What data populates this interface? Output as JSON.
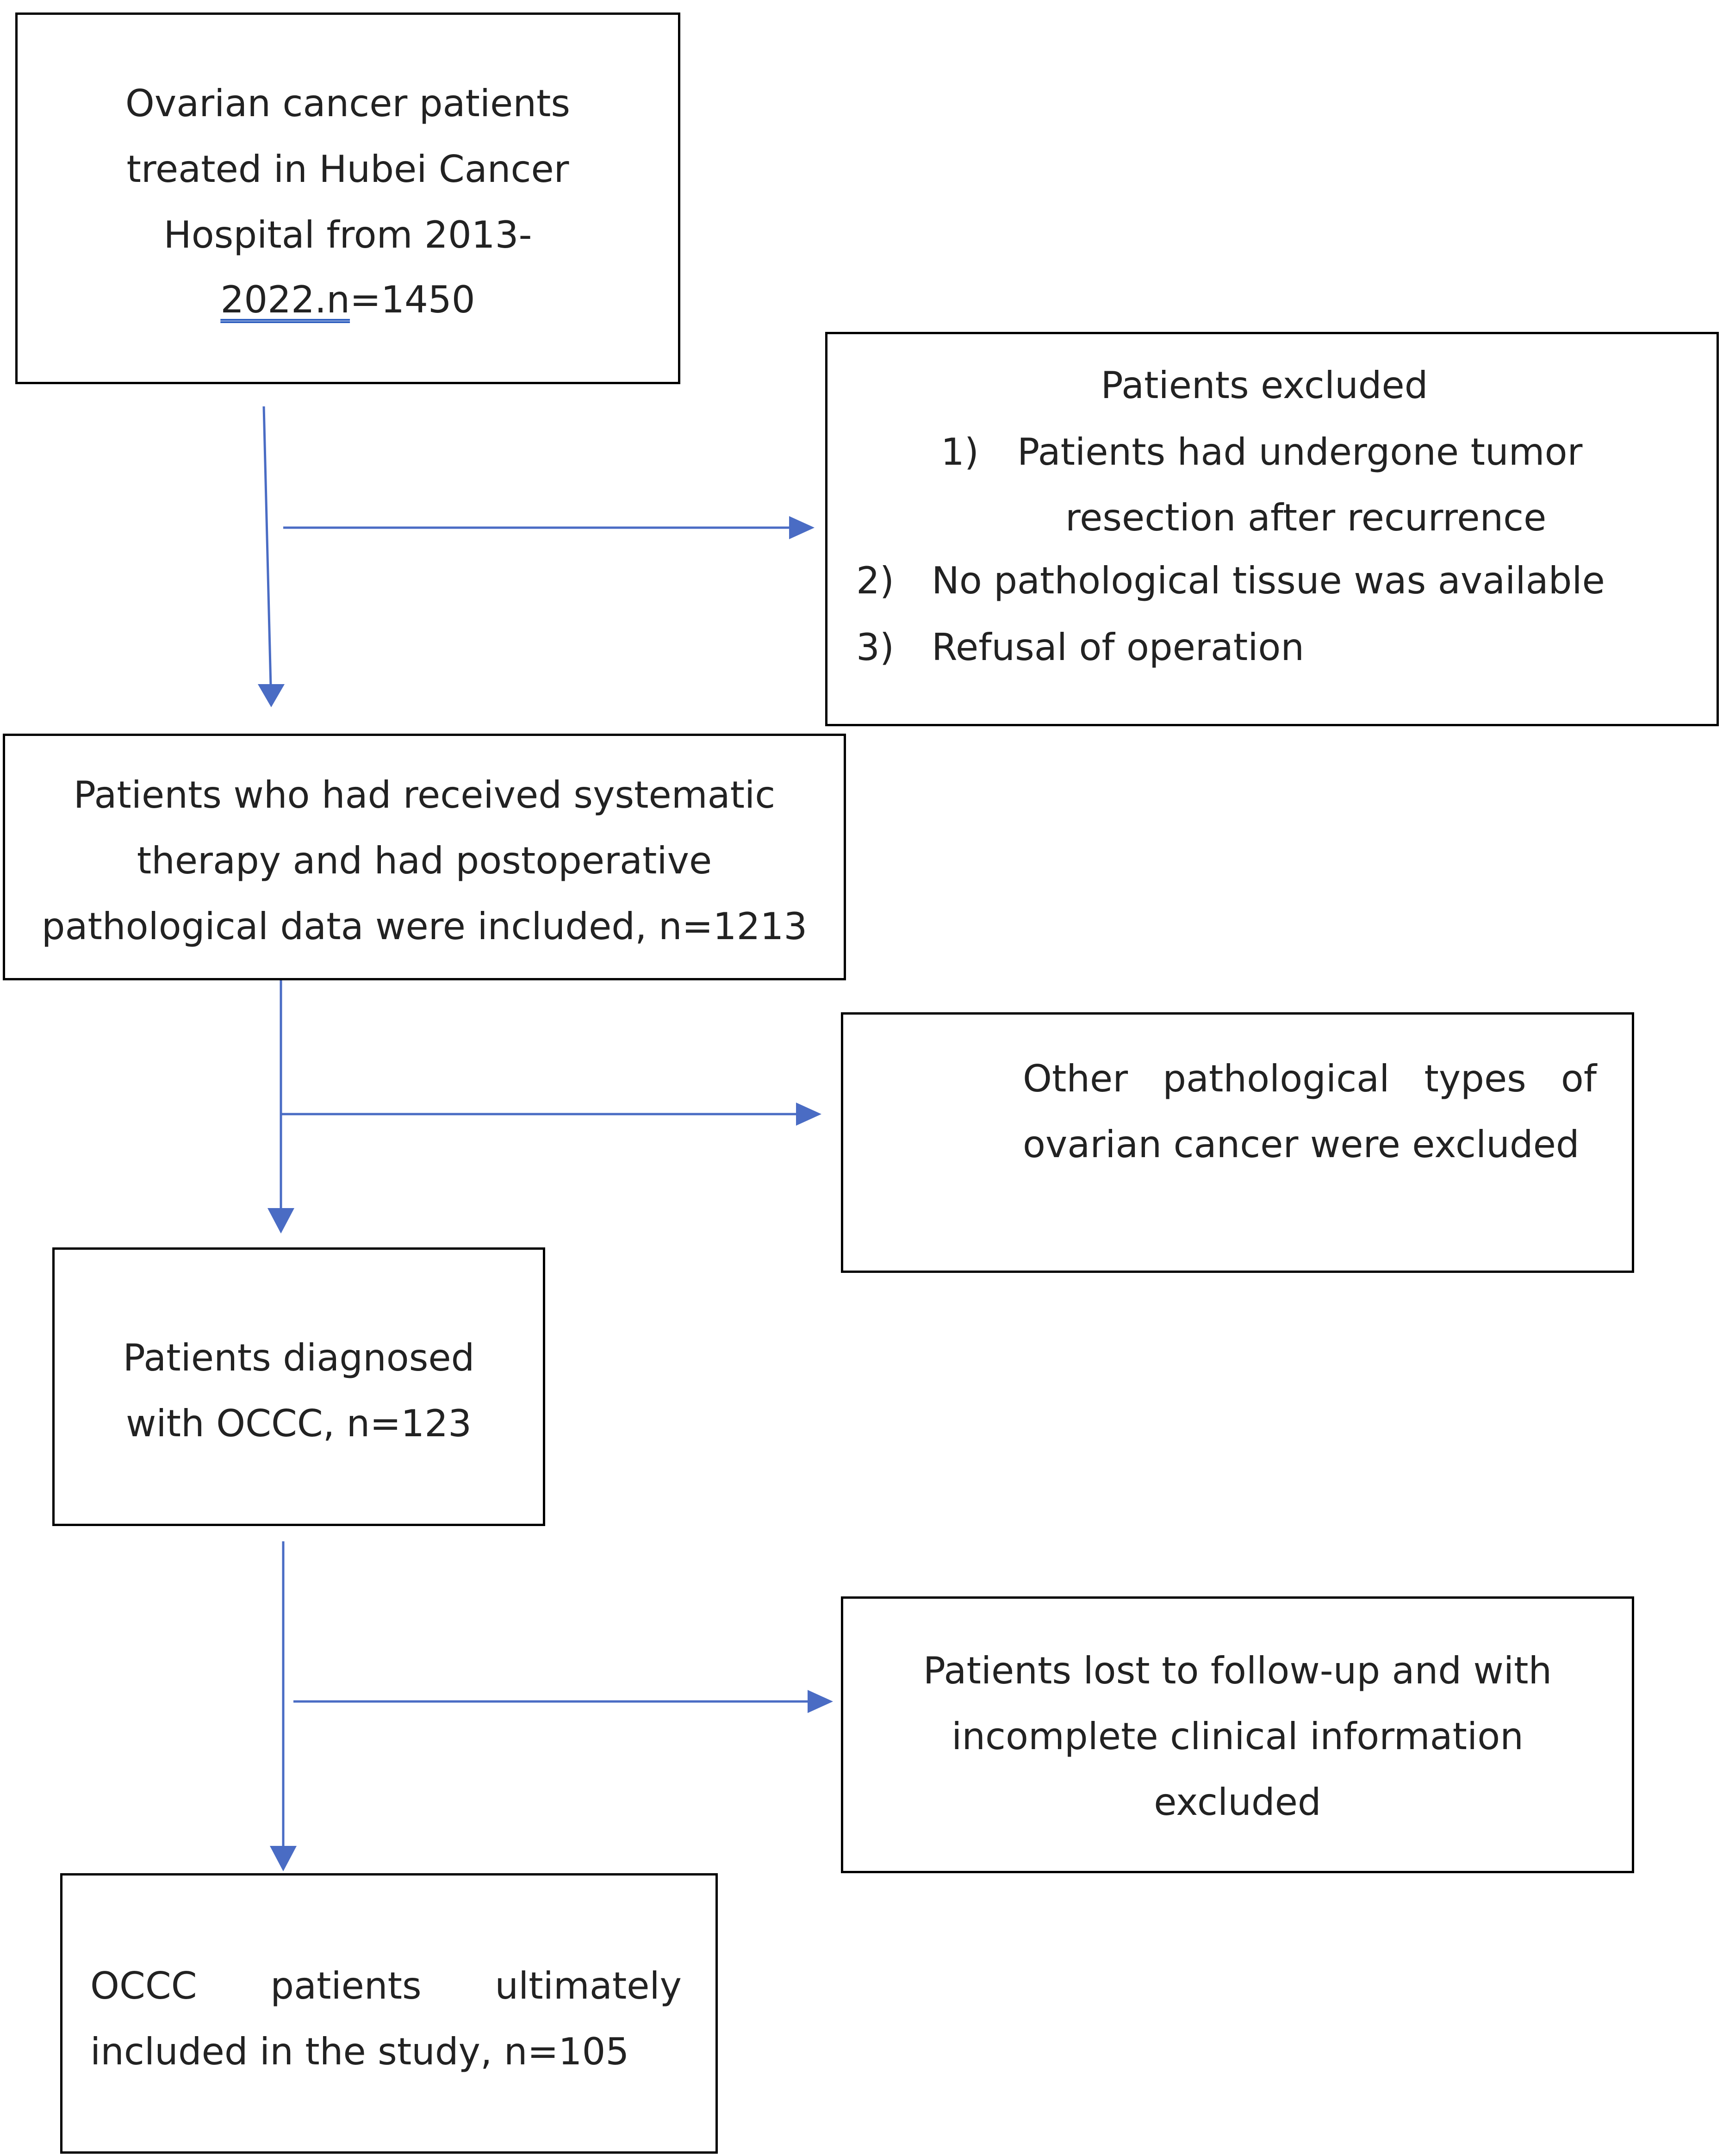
{
  "colors": {
    "arrow": "#4a6cc4",
    "border": "#000000",
    "text": "#222222"
  },
  "boxes": {
    "initial": {
      "line1": "Ovarian cancer patients",
      "line2": "treated in Hubei Cancer",
      "line3": "Hospital from 2013-",
      "line4_underlined": "2022.n",
      "line4_rest": "=1450"
    },
    "excluded_1": {
      "title": "Patients excluded",
      "item1_num": "1)",
      "item1_line1": "Patients had undergone tumor",
      "item1_line2": "resection after recurrence",
      "item2_num": "2)",
      "item2_text": "No pathological tissue was available",
      "item3_num": "3)",
      "item3_text": "Refusal of operation"
    },
    "systematic": {
      "line1": "Patients who had received systematic",
      "line2": "therapy and had postoperative",
      "line3": "pathological data were included, n=1213"
    },
    "excluded_2": {
      "line1": "Other pathological types of",
      "line2": "ovarian cancer were excluded"
    },
    "occc": {
      "line1": "Patients diagnosed",
      "line2": "with OCCC, n=123"
    },
    "excluded_3": {
      "line1": "Patients lost to follow-up and with",
      "line2": "incomplete clinical information",
      "line3": "excluded"
    },
    "final": {
      "line1": "OCCC patients ultimately",
      "line2": "included in the study, n=105"
    }
  }
}
